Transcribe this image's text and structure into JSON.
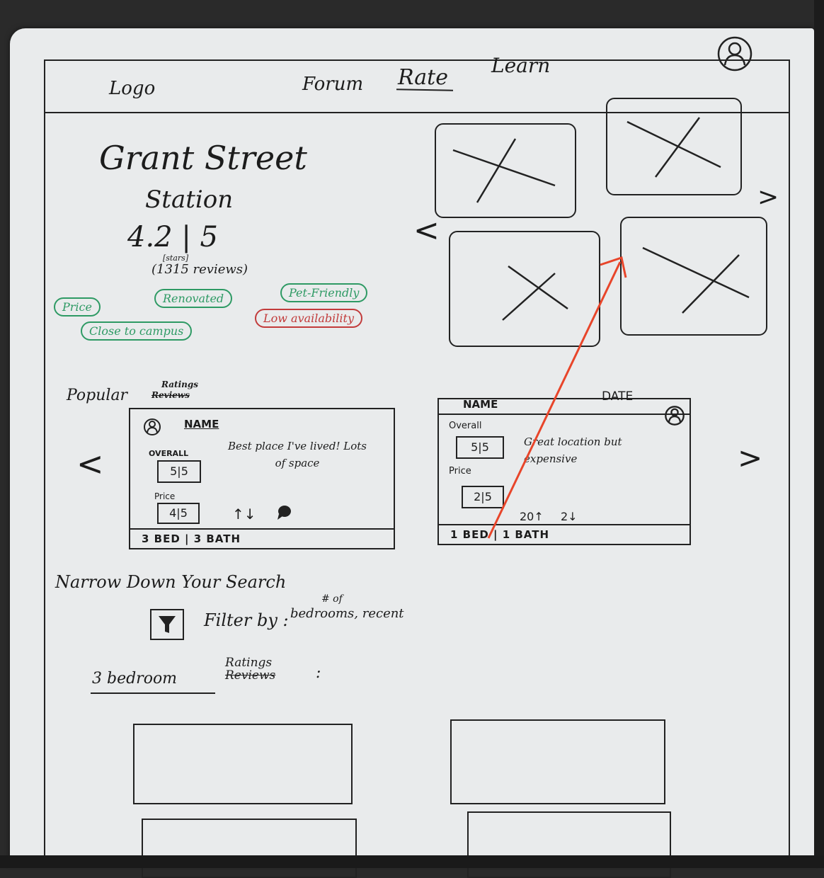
{
  "nav": {
    "logo": "Logo",
    "links": [
      "Forum",
      "Rate",
      "Learn"
    ],
    "profile_icon": "user-avatar-icon"
  },
  "listing": {
    "title_line1": "Grant Street",
    "title_line2": "Station",
    "score": "4.2 | 5",
    "stars_label": "[stars]",
    "reviews": "(1315 reviews)"
  },
  "tags": {
    "green": [
      "Price",
      "Renovated",
      "Pet-Friendly",
      "Close to campus"
    ],
    "red": [
      "Low availability"
    ]
  },
  "gallery": {
    "image_count": 4,
    "prev": "<",
    "next": ">"
  },
  "popular": {
    "label": "Popular",
    "sub_label_new": "Ratings",
    "sub_label_old": "Reviews",
    "prev": "<",
    "next": ">",
    "cards": [
      {
        "name": "NAME",
        "overall_label": "OVERALL",
        "overall": "5|5",
        "price_label": "Price",
        "price": "4|5",
        "text": "Best place I've lived! Lots of space",
        "votes": "↑↓",
        "footer": "3 BED | 3 BATH"
      },
      {
        "name": "NAME",
        "date": "DATE",
        "overall_label": "Overall",
        "overall": "5|5",
        "price_label": "Price",
        "price": "2|5",
        "text": "Great location but expensive",
        "up_votes": "20↑",
        "down_votes": "2↓",
        "footer": "1 BED | 1 BATH"
      }
    ]
  },
  "search": {
    "heading": "Narrow Down Your Search",
    "filter_label": "Filter by :",
    "filter_options_top": "# of",
    "filter_options": "bedrooms, recent",
    "bedroom_label": "3 bedroom",
    "bedroom_sub_new": "Ratings",
    "bedroom_sub_old": "Reviews",
    "colon": ":"
  }
}
